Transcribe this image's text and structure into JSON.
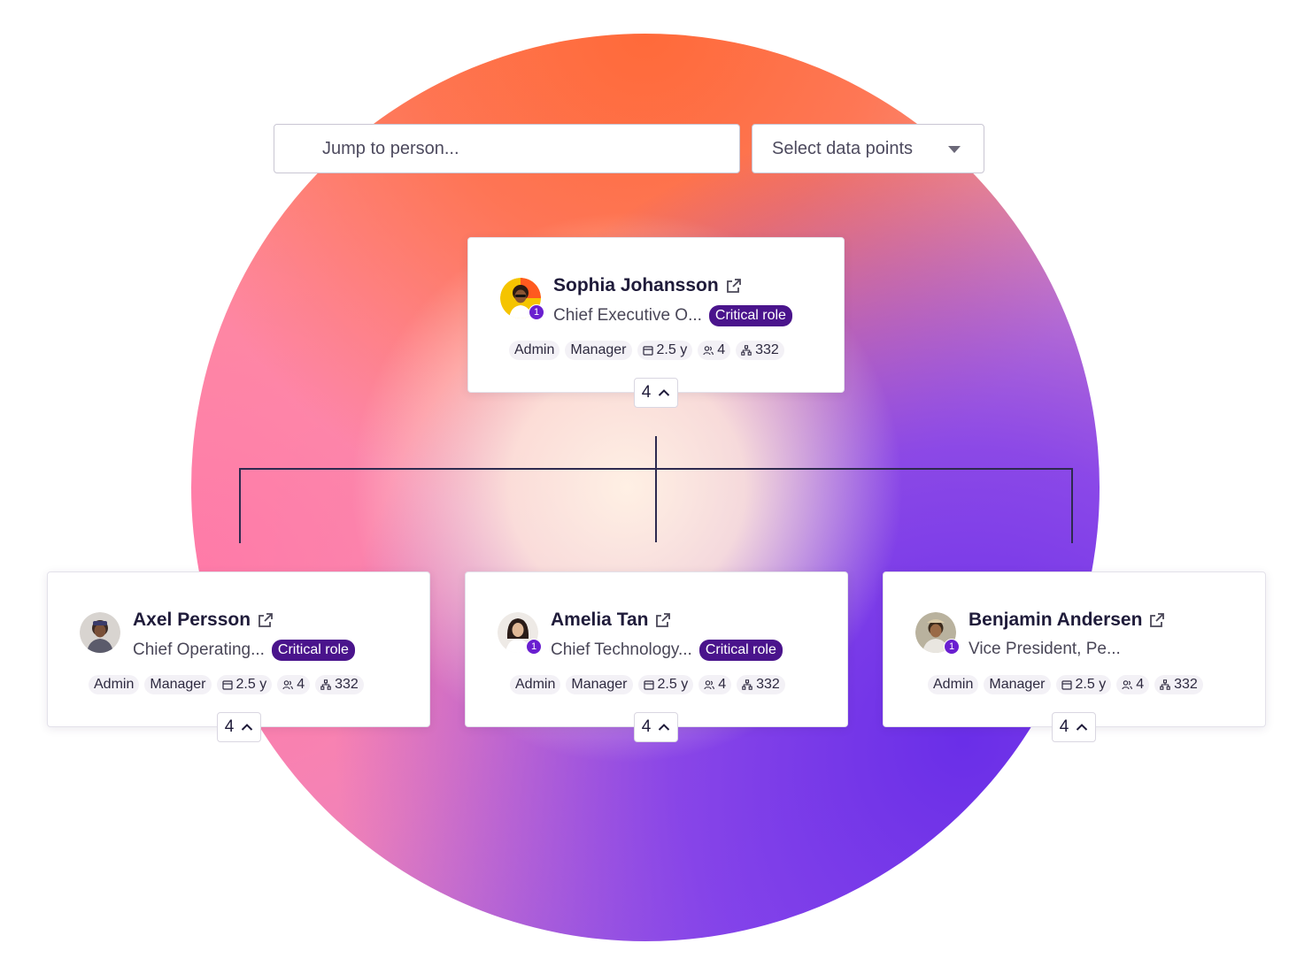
{
  "toolbar": {
    "search_placeholder": "Jump to person...",
    "select_label": "Select data points"
  },
  "people": [
    {
      "name": "Sophia Johansson",
      "title": "Chief Executive O...",
      "critical": "Critical role",
      "badge": "1",
      "chips": {
        "admin": "Admin",
        "manager": "Manager",
        "tenure": "2.5 y",
        "reports": "4",
        "org": "332"
      },
      "children_count": "4"
    },
    {
      "name": "Axel Persson",
      "title": "Chief Operating...",
      "critical": "Critical role",
      "badge": "",
      "chips": {
        "admin": "Admin",
        "manager": "Manager",
        "tenure": "2.5 y",
        "reports": "4",
        "org": "332"
      },
      "children_count": "4"
    },
    {
      "name": "Amelia Tan",
      "title": "Chief Technology...",
      "critical": "Critical role",
      "badge": "1",
      "chips": {
        "admin": "Admin",
        "manager": "Manager",
        "tenure": "2.5 y",
        "reports": "4",
        "org": "332"
      },
      "children_count": "4"
    },
    {
      "name": "Benjamin Andersen",
      "title": "Vice President, Pe...",
      "critical": "",
      "badge": "1",
      "chips": {
        "admin": "Admin",
        "manager": "Manager",
        "tenure": "2.5 y",
        "reports": "4",
        "org": "332"
      },
      "children_count": "4"
    }
  ],
  "colors": {
    "critical_bg": "#4a148c",
    "badge_bg": "#6a1fd0",
    "connector": "#2e2a4f"
  }
}
